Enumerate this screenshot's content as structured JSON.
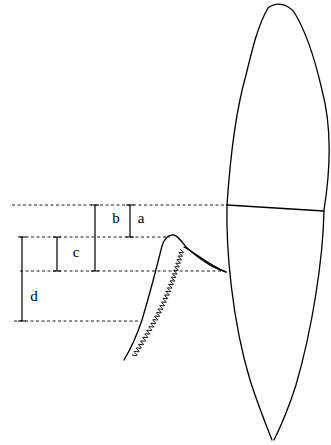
{
  "diagram": {
    "labels": [
      "b",
      "a",
      "c",
      "d"
    ]
  }
}
